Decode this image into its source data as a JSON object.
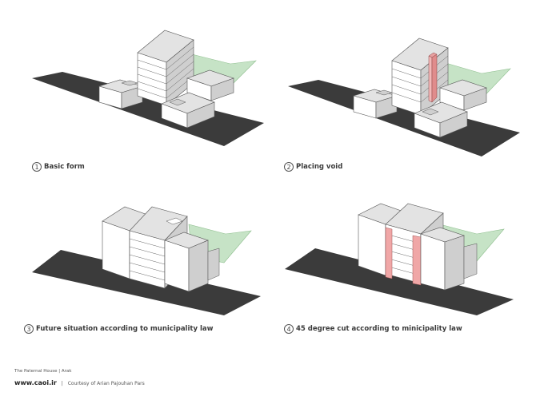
{
  "panels": [
    {
      "number": "1",
      "caption": "Basic form"
    },
    {
      "number": "2",
      "caption": "Placing void"
    },
    {
      "number": "3",
      "caption": "Future situation according to municipality law"
    },
    {
      "number": "4",
      "caption": "45 degree cut according to minicipality law"
    }
  ],
  "footer": {
    "project": "The Paternal House",
    "separator": "|",
    "location": "Arak",
    "website": "www.caoi.ir",
    "credit": "Courtesy of Arian Pajouhan Pars"
  },
  "colors": {
    "street": "#3b3b3b",
    "green_area": "#c6e3c6",
    "building_top": "#e3e3e3",
    "building_left": "#ffffff",
    "building_right": "#cfcfcf",
    "void": "#f0a7a7"
  }
}
